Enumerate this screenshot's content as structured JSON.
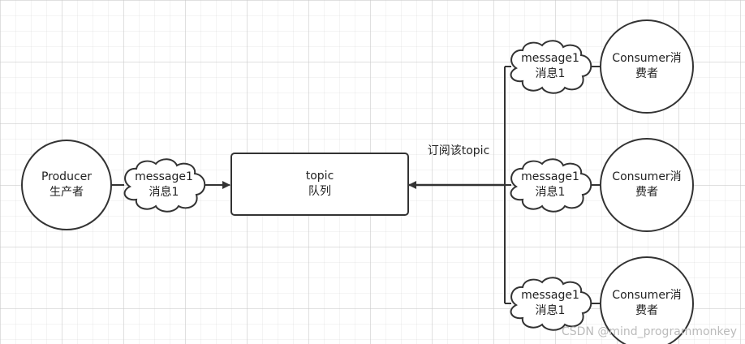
{
  "producer": {
    "line1": "Producer",
    "line2": "生产者"
  },
  "producer_message": {
    "line1": "message1",
    "line2": "消息1"
  },
  "topic": {
    "line1": "topic",
    "line2": "队列"
  },
  "subscribe_label": "订阅该topic",
  "consumers": [
    {
      "message_line1": "message1",
      "message_line2": "消息1",
      "line1": "Consumer消",
      "line2": "费者"
    },
    {
      "message_line1": "message1",
      "message_line2": "消息1",
      "line1": "Consumer消",
      "line2": "费者"
    },
    {
      "message_line1": "message1",
      "message_line2": "消息1",
      "line1": "Consumer消",
      "line2": "费者"
    }
  ],
  "watermark": "CSDN @mind_programmonkey",
  "colors": {
    "stroke": "#333333",
    "fill": "#ffffff",
    "text": "#222222"
  }
}
